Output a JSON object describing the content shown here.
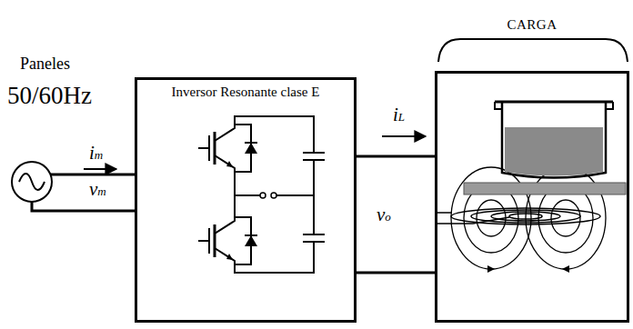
{
  "diagram": {
    "nodes": [
      {
        "text": [
          "Inversor Resonante clase E"
        ]
      },
      {
        "text": [
          "CARGA"
        ]
      }
    ],
    "edges": [
      {
        "from": 0,
        "to": 1,
        "arrow": "none",
        "label": "iL"
      },
      {
        "from": 0,
        "to": 1,
        "arrow": "none"
      }
    ],
    "labels": [
      "Paneles",
      "50/60Hz",
      "im",
      "vm",
      "vo"
    ]
  }
}
